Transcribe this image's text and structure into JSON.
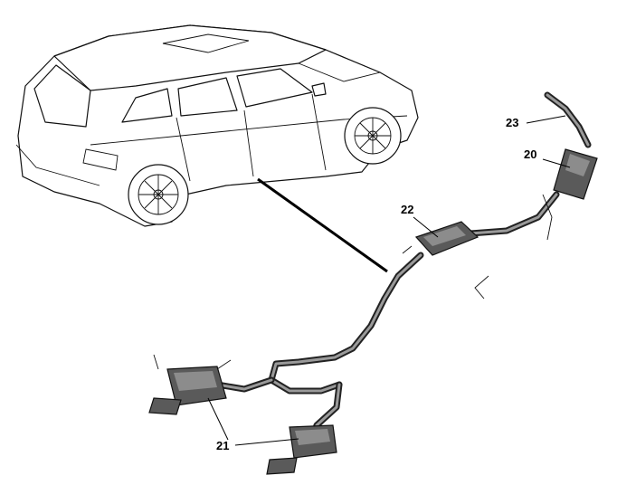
{
  "callouts": {
    "c23": "23",
    "c20": "20",
    "c22": "22",
    "c21": "21"
  }
}
